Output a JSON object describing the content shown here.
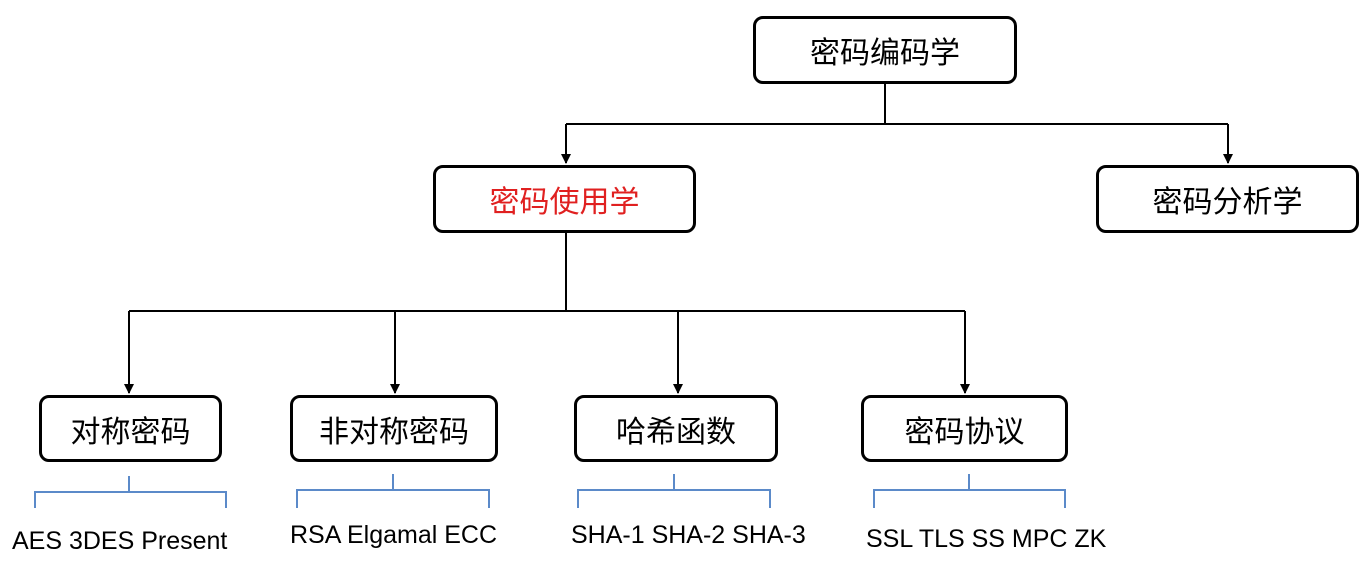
{
  "root": {
    "label": "密码编码学"
  },
  "level1": [
    {
      "label": "密码使用学",
      "color": "#e02020"
    },
    {
      "label": "密码分析学",
      "color": "#000000"
    }
  ],
  "categories": [
    {
      "label": "对称密码",
      "algorithms": "AES 3DES Present"
    },
    {
      "label": "非对称密码",
      "algorithms": "RSA Elgamal ECC"
    },
    {
      "label": "哈希函数",
      "algorithms": "SHA-1 SHA-2 SHA-3"
    },
    {
      "label": "密码协议",
      "algorithms": "SSL TLS SS MPC ZK"
    }
  ],
  "colors": {
    "line": "#000000",
    "brace": "#5b8ac9",
    "highlight": "#e02020"
  }
}
